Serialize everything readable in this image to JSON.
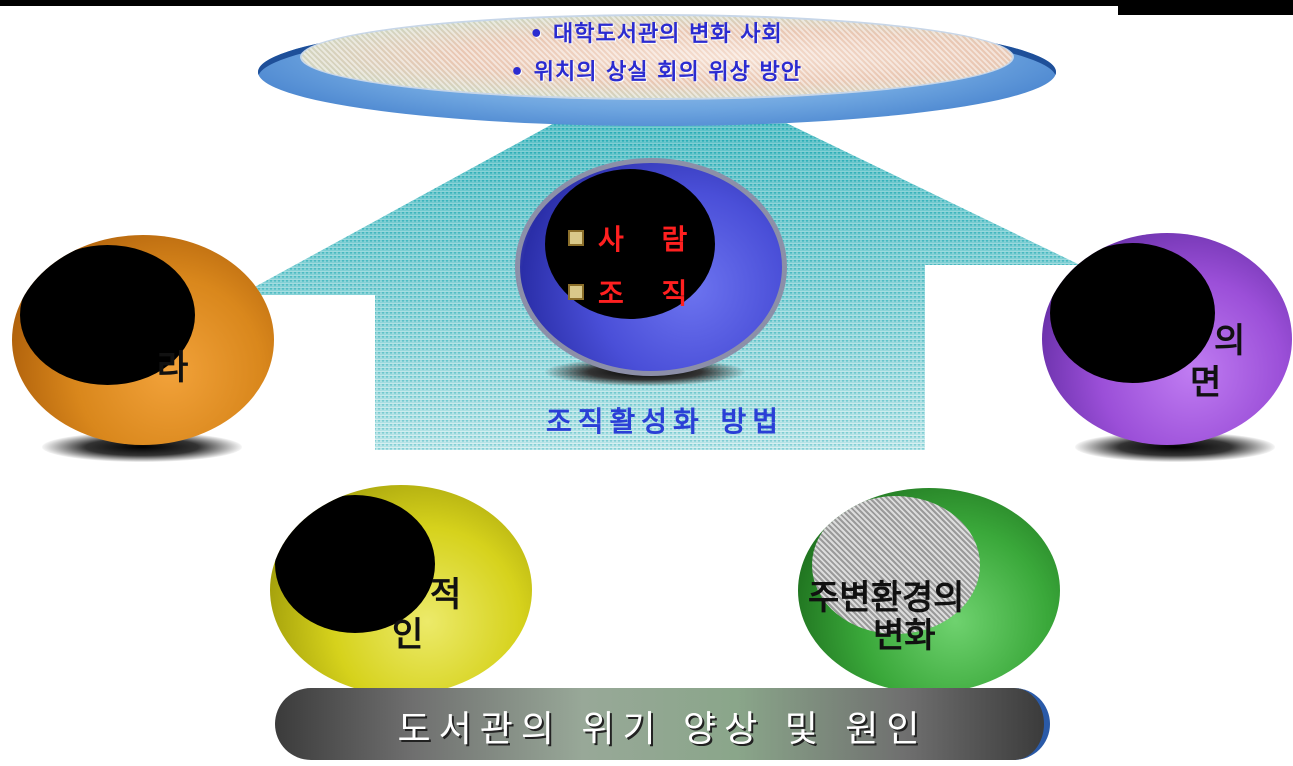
{
  "top_ellipse": {
    "line1": "• 대학도서관의 변화 사회",
    "line2": "• 위치의 상실 회의 위상 방안"
  },
  "arrow_caption": "조직활성화 방법",
  "center_items": [
    {
      "label": "사 람"
    },
    {
      "label": "조 직"
    }
  ],
  "bubbles": {
    "left": {
      "label": "라"
    },
    "right": {
      "line1": "의",
      "line2": "면"
    },
    "bottom_left": {
      "line1": "적",
      "line2": "인"
    },
    "bottom_right": {
      "line1": "주변환경의",
      "line2": "변화"
    }
  },
  "bottom_bar": {
    "label": "도서관의 위기 양상 및 원인"
  },
  "colors": {
    "left_ball": "#d9871c",
    "center_ball": "#4a4fd8",
    "right_ball": "#9b4fd8",
    "bottom_left_ball": "#d6d21c",
    "bottom_right_ball": "#3aa83a",
    "arrow": "#2ab0b8"
  }
}
